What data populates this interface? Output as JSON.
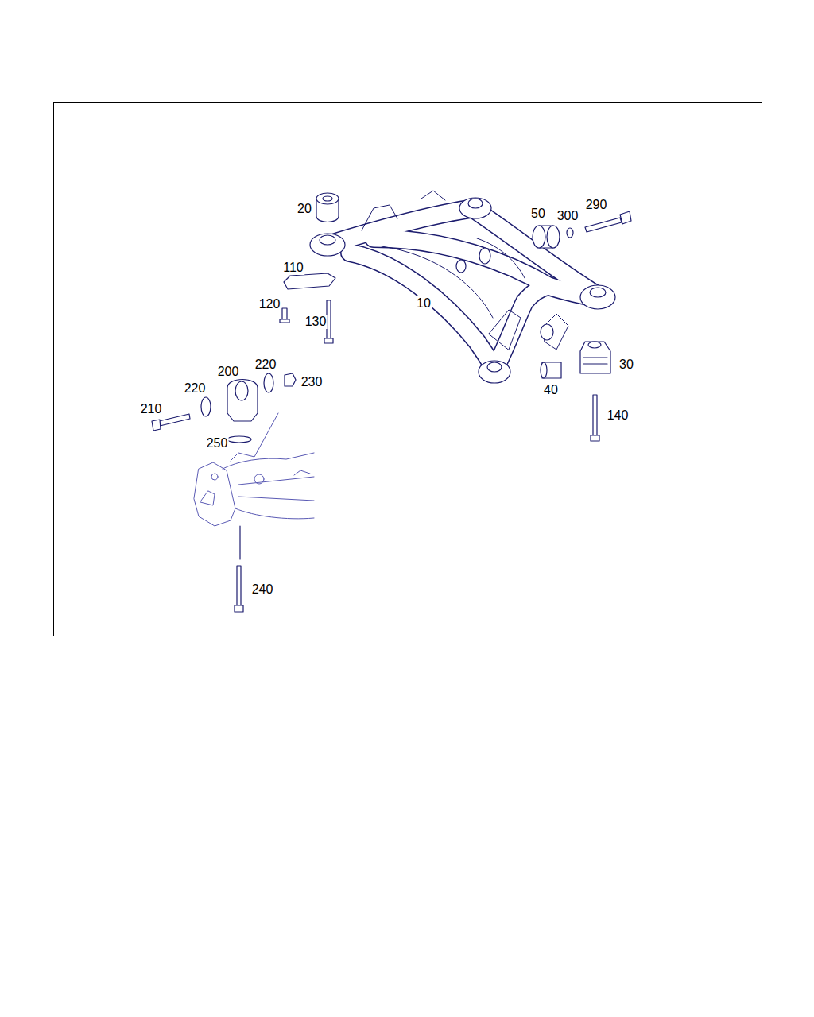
{
  "diagram": {
    "labels": [
      "20",
      "50",
      "300",
      "290",
      "110",
      "120",
      "10",
      "130",
      "200",
      "220",
      "220",
      "230",
      "30",
      "210",
      "40",
      "140",
      "250",
      "240"
    ]
  }
}
